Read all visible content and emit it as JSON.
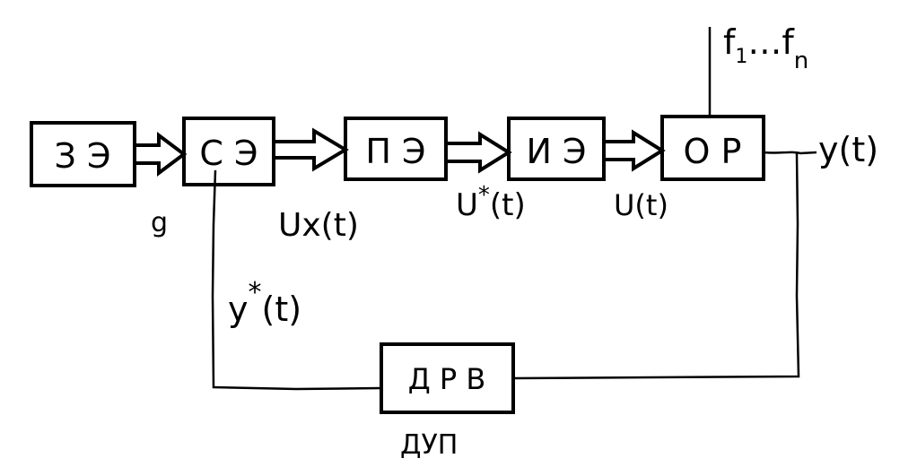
{
  "blocks": {
    "ze": "З Э",
    "se": "С Э",
    "pe": "П Э",
    "ie": "И Э",
    "or": "О Р",
    "drv": "Д Р В"
  },
  "signals": {
    "g": "g",
    "ux": "Ux(t)",
    "u_star_base": "U",
    "u_star_sup": "*",
    "u_star_arg": "(t)",
    "u": "U(t)",
    "y": "y(t)",
    "y_star_base": "y",
    "y_star_sup": "*",
    "y_star_arg": "(t)",
    "f_start": "f",
    "f_start_sub": "1",
    "f_dots": "…",
    "f_end": "f",
    "f_end_sub": "n"
  },
  "captions": {
    "dup": "ДУП"
  },
  "colors": {
    "stroke": "#000000",
    "background": "#ffffff"
  }
}
